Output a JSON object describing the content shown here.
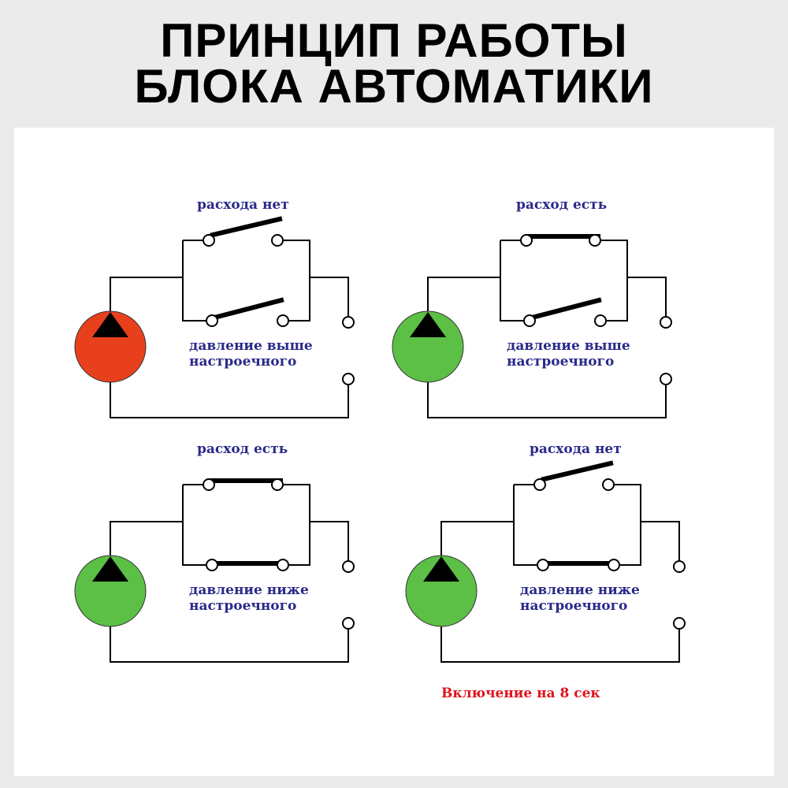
{
  "title": {
    "line1": "ПРИНЦИП РАБОТЫ",
    "line2": "БЛОКА АВТОМАТИКИ"
  },
  "colors": {
    "pump_off": "#e8401c",
    "pump_on": "#5cbf46",
    "label": "#2a2a8a",
    "note": "#e0141e"
  },
  "panels": [
    {
      "flow_label": "расхода нет",
      "pressure_line1": "давление выше",
      "pressure_line2": "настроечного",
      "pump": "off",
      "flow_switch": "open",
      "pressure_switch": "open"
    },
    {
      "flow_label": "расход есть",
      "pressure_line1": "давление выше",
      "pressure_line2": "настроечного",
      "pump": "on",
      "flow_switch": "closed",
      "pressure_switch": "open"
    },
    {
      "flow_label": "расход есть",
      "pressure_line1": "давление ниже",
      "pressure_line2": "настроечного",
      "pump": "on",
      "flow_switch": "closed",
      "pressure_switch": "closed"
    },
    {
      "flow_label": "расхода нет",
      "pressure_line1": "давление ниже",
      "pressure_line2": "настроечного",
      "pump": "on",
      "flow_switch": "open",
      "pressure_switch": "closed",
      "note": "Включение на 8 сек"
    }
  ]
}
